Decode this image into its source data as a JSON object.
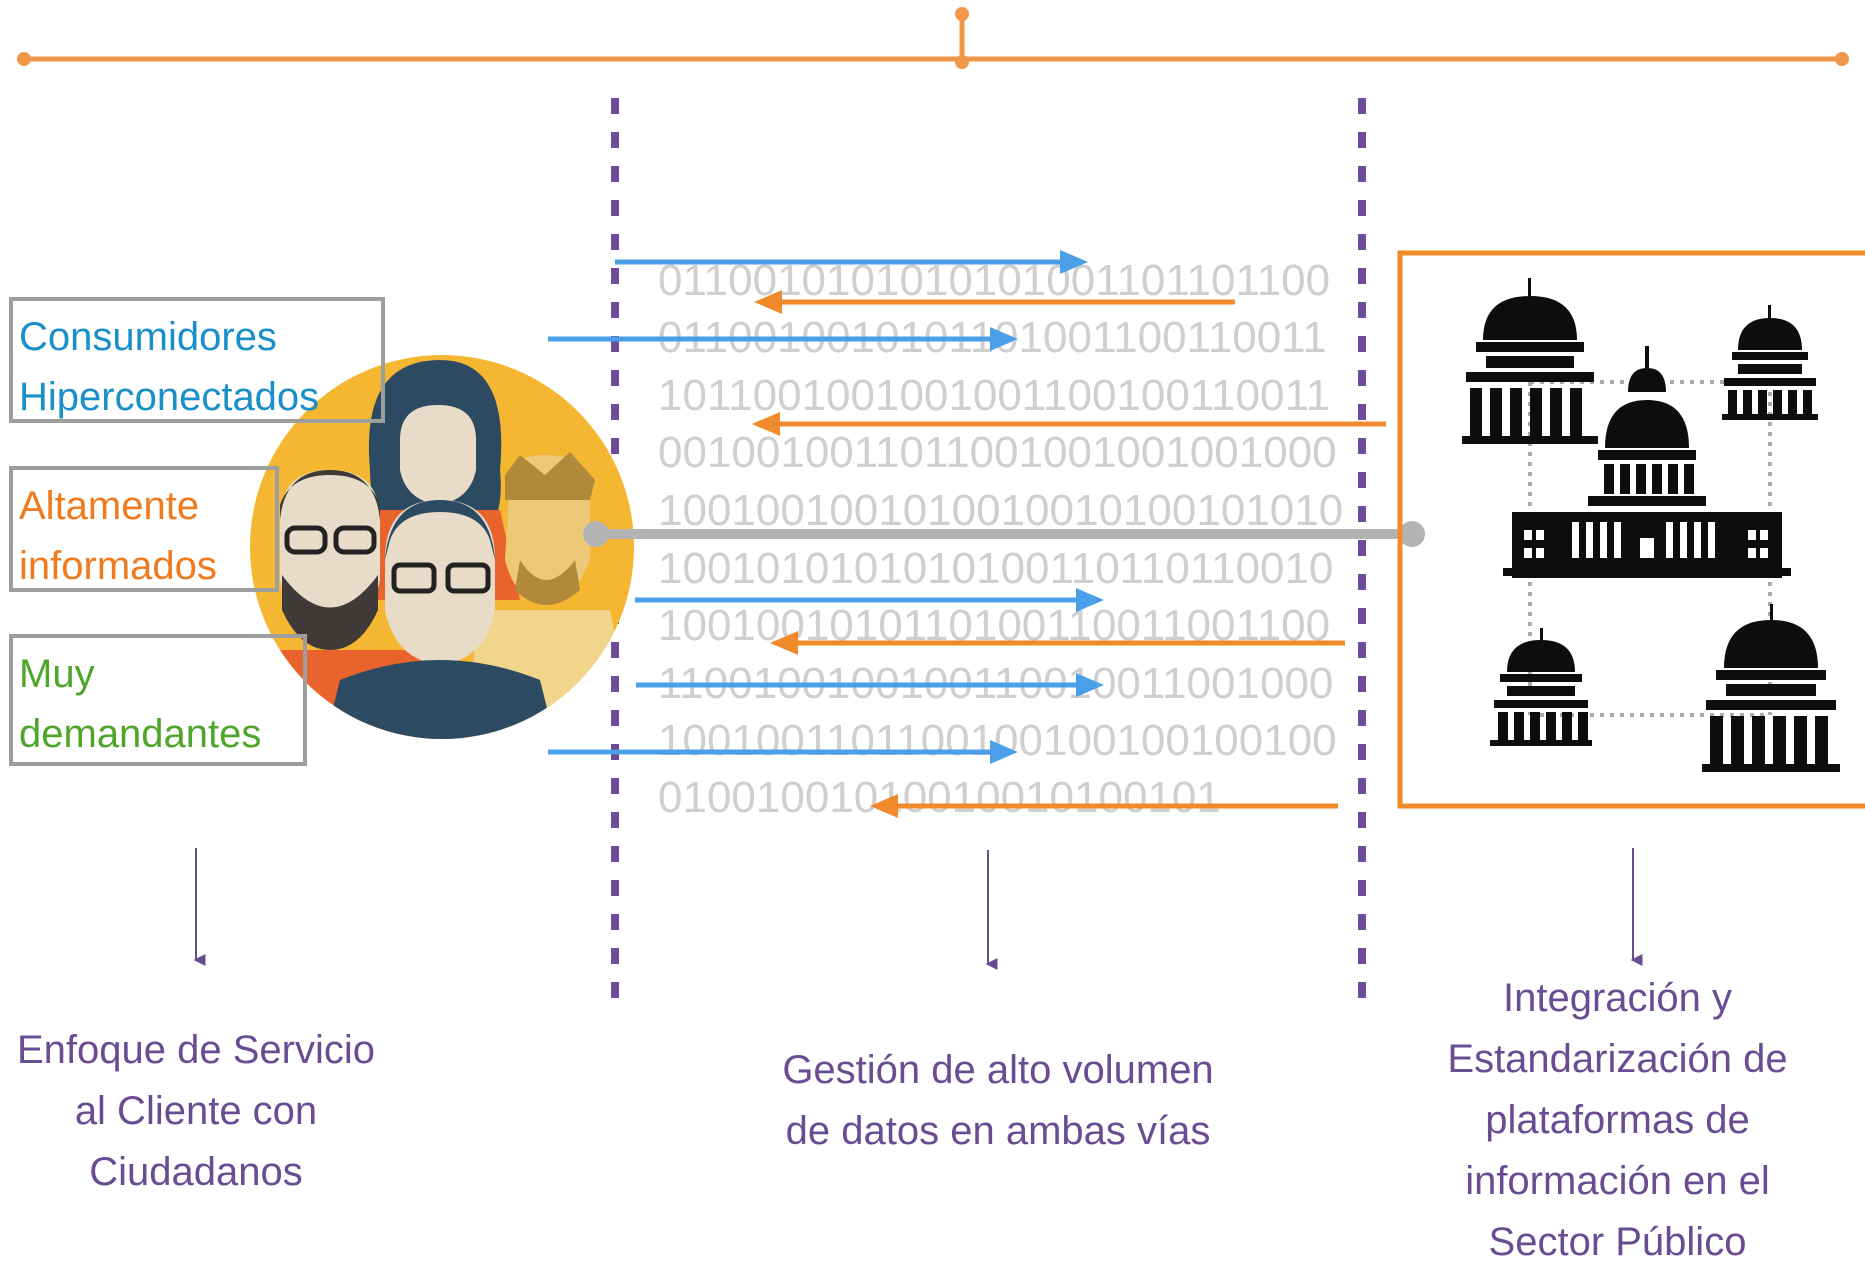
{
  "tags": {
    "consumers": [
      "Consumidores",
      "Hiperconectados"
    ],
    "informed": [
      "Altamente",
      "informados"
    ],
    "demanding": [
      "Muy",
      "demandantes"
    ]
  },
  "binary_rows": [
    "0110010101010101001101101100",
    "0110010010101101001100110011",
    "1011001001001001100100110011",
    "0010010011011001001001001000",
    "1001001001010010010100101010",
    "1001010101010100110110110010",
    "1001001010110100110011001100",
    "1100100100100110010011001000",
    "1001001101100100100100100100",
    "01001001010010010100101"
  ],
  "captions": {
    "left": [
      "Enfoque de Servicio",
      "al Cliente con",
      "Ciudadanos"
    ],
    "middle": [
      "Gestión de alto volumen",
      "de datos en ambas vías"
    ],
    "right": [
      "Integración y",
      "Estandarización de",
      "plataformas de",
      "información en el",
      "Sector Público"
    ]
  },
  "icons": {
    "people": "people-group-icon",
    "government": "capitol-building-icon"
  },
  "colors": {
    "timeline": "#f0974a",
    "divider": "#6d4b98",
    "blue_arrow": "#4a9fe8",
    "orange_arrow": "#f08a2a",
    "caption": "#6a4c93",
    "connector": "#b3b3b3"
  }
}
